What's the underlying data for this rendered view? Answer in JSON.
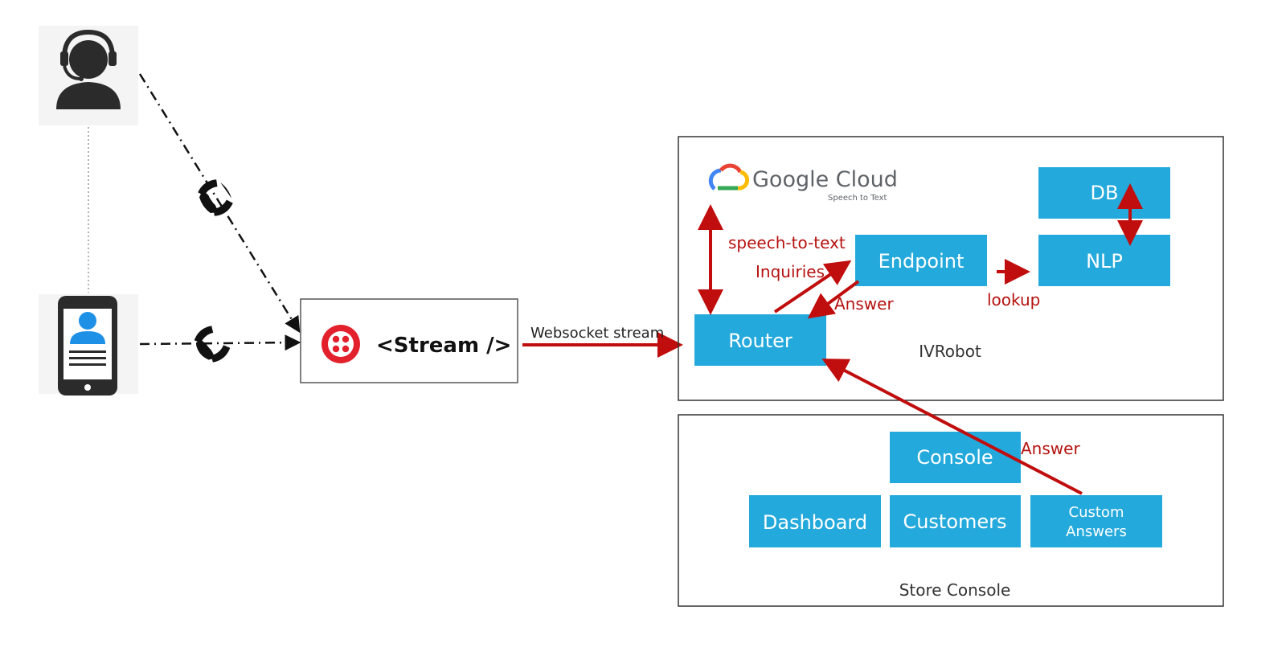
{
  "stream_box": {
    "label": "<Stream />"
  },
  "websocket_label": "Websocket stream",
  "google_cloud": {
    "brand": "Google Cloud",
    "product": "Speech to Text"
  },
  "ivrobot": {
    "title": "IVRobot",
    "router": "Router",
    "endpoint": "Endpoint",
    "nlp": "NLP",
    "db": "DB"
  },
  "edge_labels": {
    "speech_to_text": "speech-to-text",
    "inquiries": "Inquiries",
    "answer_router": "Answer",
    "lookup": "lookup",
    "answer_custom": "Answer"
  },
  "store_console": {
    "title": "Store Console",
    "console": "Console",
    "dashboard": "Dashboard",
    "customers": "Customers",
    "custom_answers_line1": "Custom",
    "custom_answers_line2": "Answers"
  },
  "colors": {
    "box_fill": "#24a9dc",
    "arrow_red": "#c00d0d",
    "label_red": "#b5120f",
    "twilio_red": "#e3212d"
  },
  "icons": {
    "agent": "headset-agent-icon",
    "caller": "mobile-phone-user-icon",
    "call_upper": "telephone-handset-icon",
    "call_lower": "telephone-handset-icon",
    "twilio": "twilio-logo-icon",
    "google": "google-cloud-logo-icon"
  }
}
